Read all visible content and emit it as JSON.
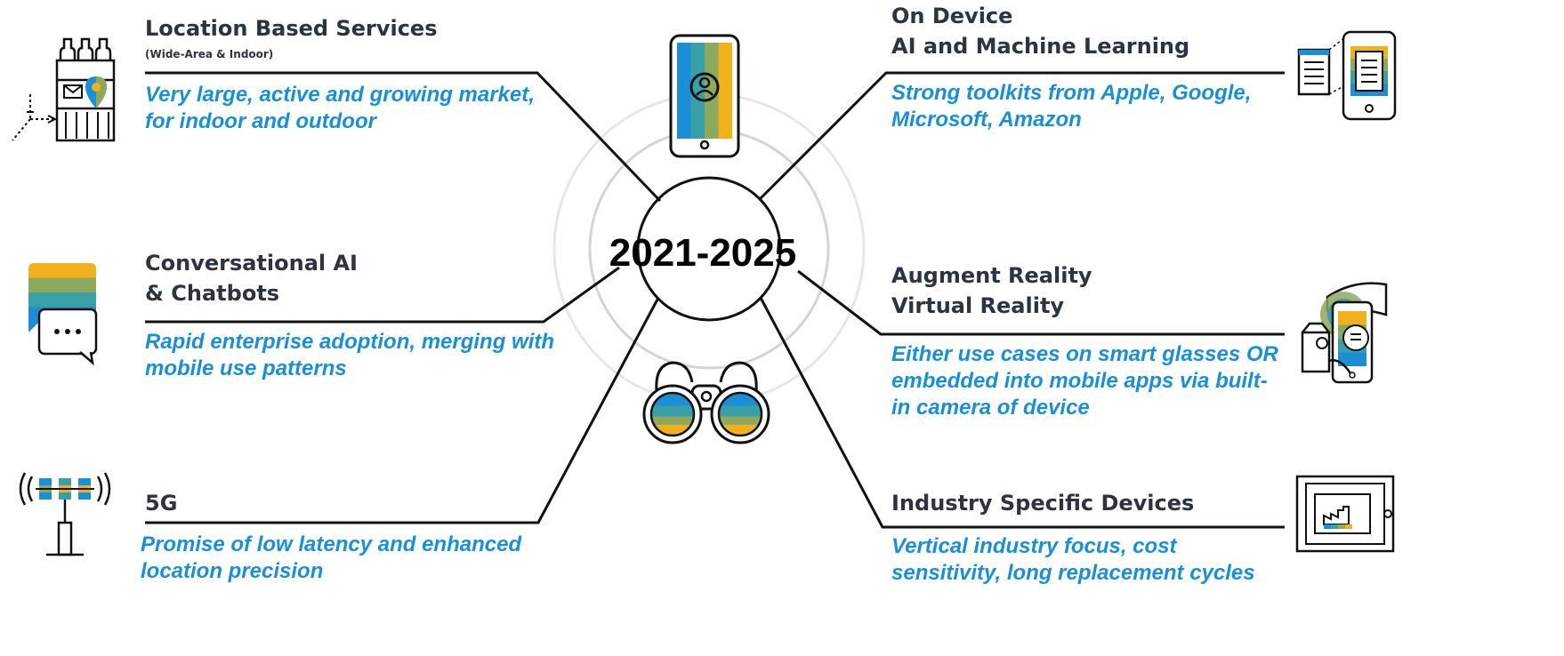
{
  "center": {
    "label": "2021-2025"
  },
  "topics": {
    "lbs": {
      "title": "Location Based Services",
      "subtitle": "(Wide-Area & Indoor)",
      "description": "Very large, active and growing market, for indoor and outdoor",
      "icon": "store-shelf-location-icon"
    },
    "chat": {
      "title_line1": "Conversational AI",
      "title_line2": "& Chatbots",
      "description": "Rapid enterprise adoption, merging with mobile use patterns",
      "icon": "chat-bubbles-icon"
    },
    "fiveg": {
      "title": "5G",
      "description": "Promise of low latency and enhanced location precision",
      "icon": "antenna-tower-icon"
    },
    "ai": {
      "title_line1": "On Device",
      "title_line2": "AI and Machine Learning",
      "description": "Strong toolkits from Apple, Google, Microsoft, Amazon",
      "icon": "phone-document-scan-icon"
    },
    "ar": {
      "title_line1": "Augment Reality",
      "title_line2": "Virtual Reality",
      "description": "Either use cases on smart glasses OR embedded into mobile apps via built-in camera of device",
      "icon": "vr-headset-phone-icon"
    },
    "industry": {
      "title": "Industry Specific Devices",
      "description": "Vertical industry focus, cost sensitivity, long replacement cycles",
      "icon": "industrial-tablet-icon"
    }
  },
  "colors": {
    "title": "#2b3440",
    "description": "#1b8fd6",
    "accent_blue": "#1b8fd6",
    "accent_teal": "#4a9e9a",
    "accent_green": "#9aa858",
    "accent_gold": "#f0b11b"
  }
}
